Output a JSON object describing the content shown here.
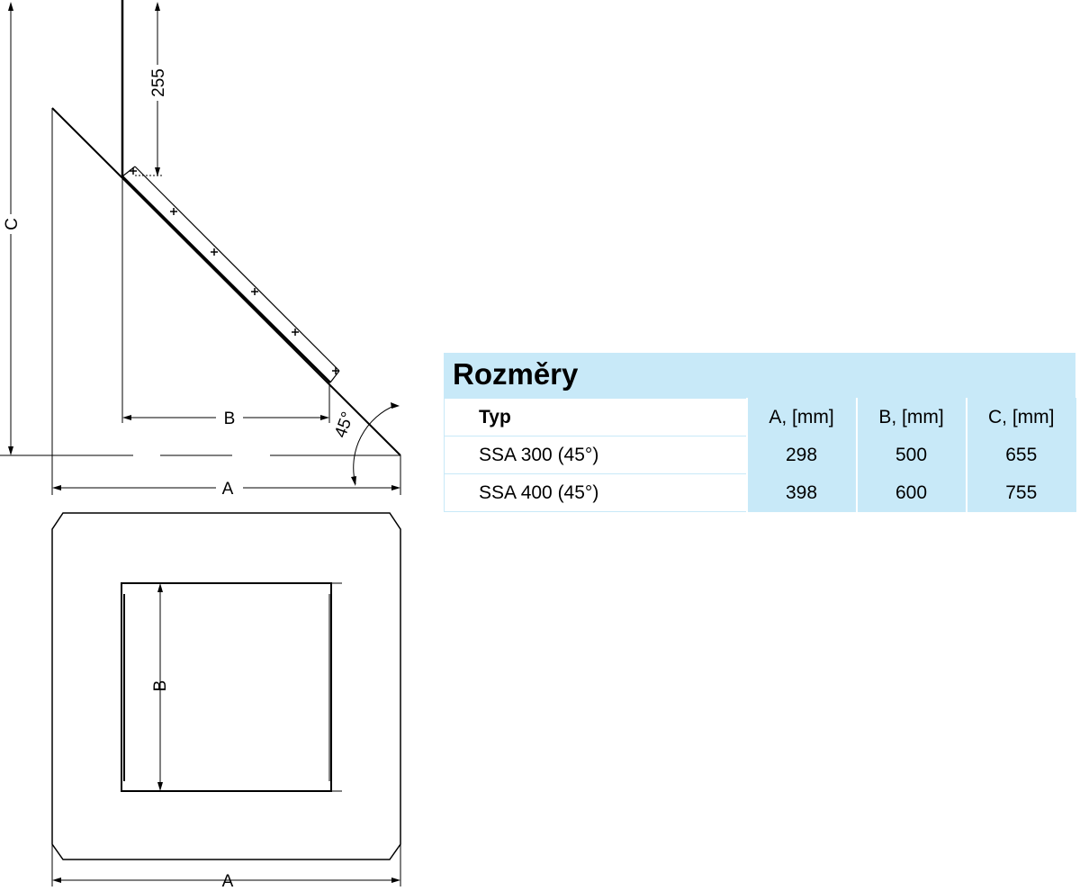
{
  "drawing": {
    "labels": {
      "height_upper": "255",
      "dim_c": "C",
      "dim_b_side": "B",
      "angle": "45°",
      "dim_a_side": "A",
      "dim_b_top": "B",
      "dim_a_top": "A"
    }
  },
  "dimensions_table": {
    "title": "Rozměry",
    "header": [
      "Typ",
      "A, [mm]",
      "B, [mm]",
      "C, [mm]"
    ],
    "rows": [
      [
        "SSA 300 (45°)",
        "298",
        "500",
        "655"
      ],
      [
        "SSA 400 (45°)",
        "398",
        "600",
        "755"
      ]
    ]
  }
}
